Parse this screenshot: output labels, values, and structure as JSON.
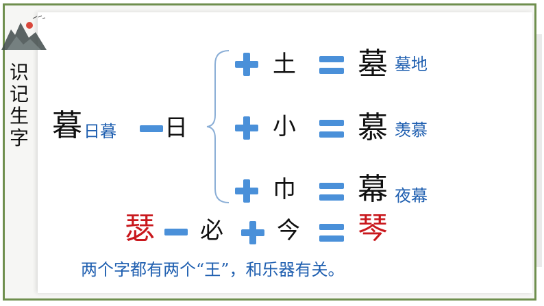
{
  "side_title": [
    "识",
    "记",
    "生",
    "字"
  ],
  "main_char": "暮",
  "main_word": "日暮",
  "main_sub": "日",
  "branches": [
    {
      "part": "土",
      "result": "墓",
      "word": "墓地"
    },
    {
      "part": "小",
      "result": "慕",
      "word": "羡慕"
    },
    {
      "part": "巾",
      "result": "幕",
      "word": "夜幕"
    }
  ],
  "second_row": {
    "char": "瑟",
    "minus_part": "必",
    "plus_part": "今",
    "result": "琴"
  },
  "note": "两个字都有两个“王”，和乐器有关。",
  "colors": {
    "border": "#6f8f4e",
    "operator": "#4a90d9",
    "blue_text": "#1f5fb0",
    "red_text": "#c9181d"
  }
}
